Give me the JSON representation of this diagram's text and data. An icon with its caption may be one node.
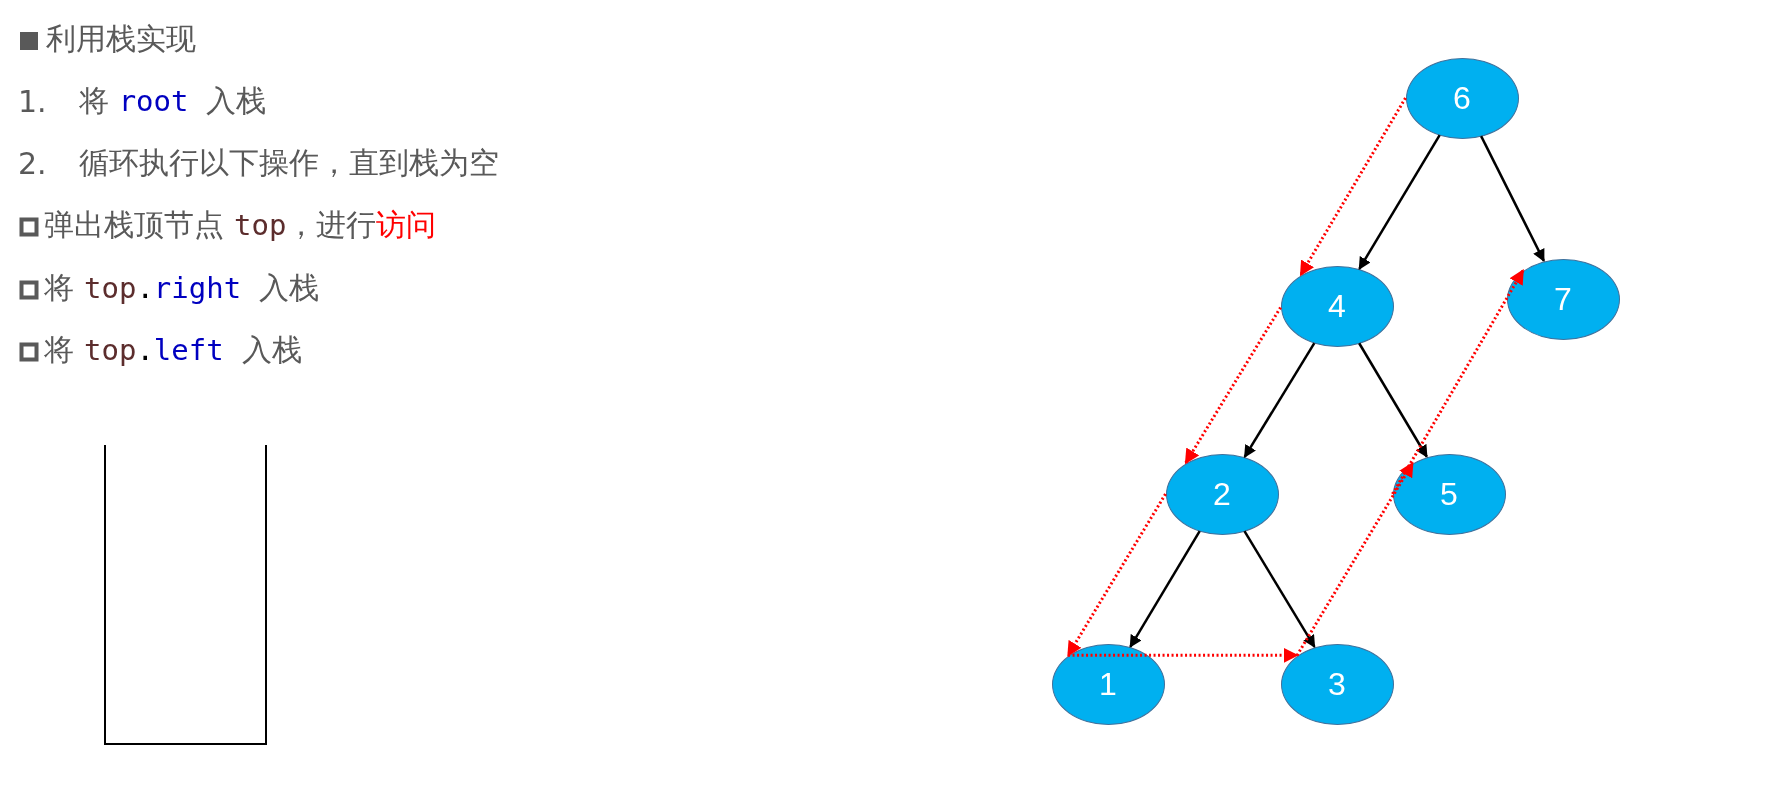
{
  "diagram": {
    "nodes": [
      {
        "text": [
          "6"
        ]
      },
      {
        "text": [
          "4"
        ]
      },
      {
        "text": [
          "7"
        ]
      },
      {
        "text": [
          "2"
        ]
      },
      {
        "text": [
          "5"
        ]
      },
      {
        "text": [
          "1"
        ]
      },
      {
        "text": [
          "3"
        ]
      }
    ],
    "edges": [
      {
        "from": 0,
        "to": 1,
        "arrow": "to"
      },
      {
        "from": 0,
        "to": 2,
        "arrow": "to"
      },
      {
        "from": 1,
        "to": 3,
        "arrow": "to"
      },
      {
        "from": 1,
        "to": 4,
        "arrow": "to"
      },
      {
        "from": 3,
        "to": 5,
        "arrow": "to"
      },
      {
        "from": 3,
        "to": 6,
        "arrow": "to"
      },
      {
        "from": 0,
        "to": 1,
        "arrow": "to",
        "style": "dashed",
        "color": "#ff0000"
      },
      {
        "from": 1,
        "to": 3,
        "arrow": "to",
        "style": "dashed",
        "color": "#ff0000"
      },
      {
        "from": 3,
        "to": 5,
        "arrow": "to",
        "style": "dashed",
        "color": "#ff0000"
      },
      {
        "from": 5,
        "to": 6,
        "arrow": "to",
        "style": "dashed",
        "color": "#ff0000"
      },
      {
        "from": 6,
        "to": 4,
        "arrow": "to",
        "style": "dashed",
        "color": "#ff0000"
      },
      {
        "from": 4,
        "to": 2,
        "arrow": "to",
        "style": "dashed",
        "color": "#ff0000"
      }
    ],
    "labels": [
      "利用栈实现",
      "1.",
      "将",
      "root",
      "入栈",
      "2.",
      "循环执行以下操作，直到栈为空",
      "弹出栈顶节点",
      "top",
      "，进行",
      "访问",
      "将",
      "top",
      ".",
      "right",
      "入栈",
      "将",
      "top",
      ".",
      "left",
      "入栈"
    ]
  }
}
